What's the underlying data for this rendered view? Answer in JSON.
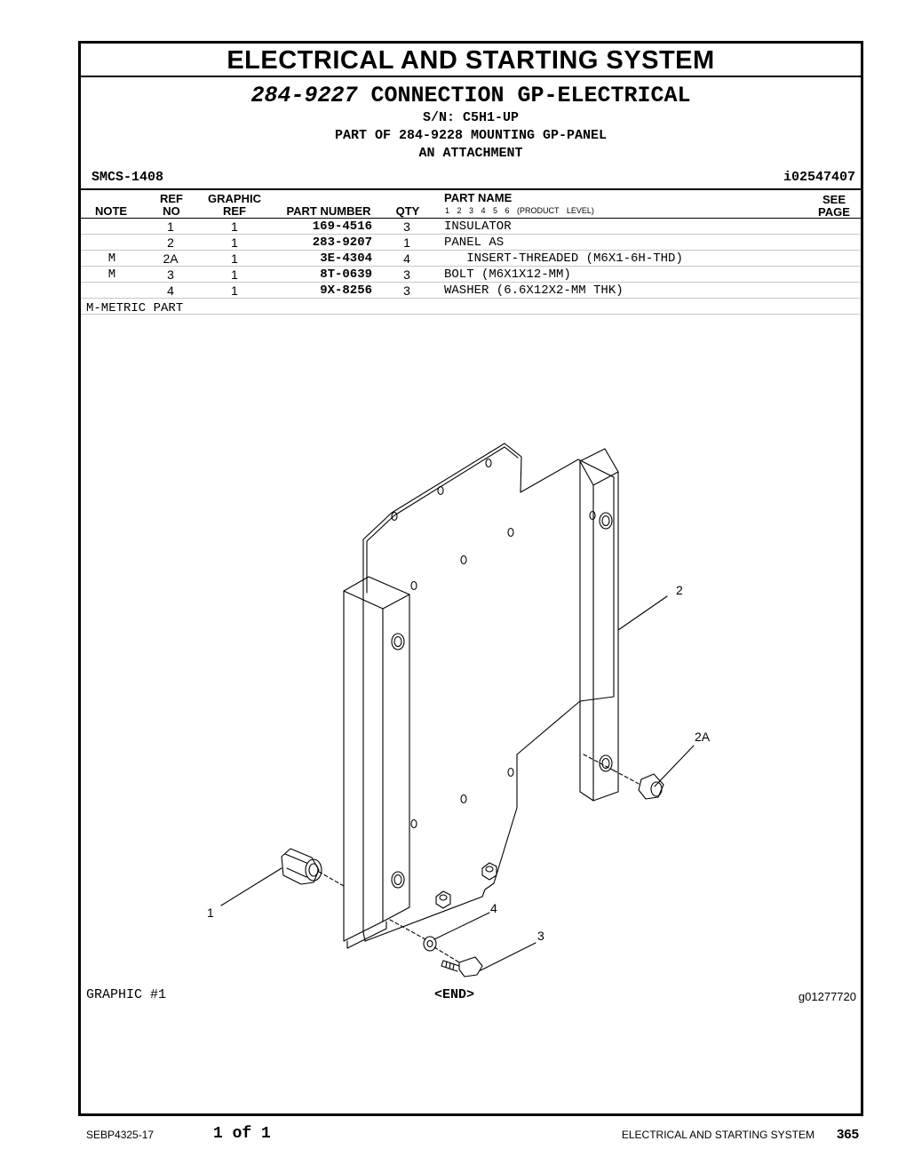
{
  "section_title": "ELECTRICAL AND STARTING SYSTEM",
  "group": {
    "number": "284-9227",
    "name": "CONNECTION GP-ELECTRICAL",
    "serial": "S/N: C5H1-UP",
    "part_of": "PART OF 284-9228 MOUNTING GP-PANEL",
    "attachment": "AN ATTACHMENT"
  },
  "smcs": "SMCS-1408",
  "illustration_id": "i02547407",
  "columns": {
    "note": "NOTE",
    "ref_no": [
      "REF",
      "NO"
    ],
    "graphic_ref": [
      "GRAPHIC",
      "REF"
    ],
    "part_number": "PART NUMBER",
    "qty": "QTY",
    "part_name": "PART NAME",
    "levels": "1  2  3  4  5  6  (PRODUCT LEVEL)",
    "see_page": [
      "SEE",
      "PAGE"
    ]
  },
  "parts": [
    {
      "note": "",
      "ref": "1",
      "graphic": "1",
      "part_number": "169-4516",
      "qty": "3",
      "name": "INSULATOR"
    },
    {
      "note": "",
      "ref": "2",
      "graphic": "1",
      "part_number": "283-9207",
      "qty": "1",
      "name": "PANEL AS"
    },
    {
      "note": "M",
      "ref": "2A",
      "graphic": "1",
      "part_number": "3E-4304",
      "qty": "4",
      "name": "   INSERT-THREADED (M6X1-6H-THD)"
    },
    {
      "note": "M",
      "ref": "3",
      "graphic": "1",
      "part_number": "8T-0639",
      "qty": "3",
      "name": "BOLT (M6X1X12-MM)"
    },
    {
      "note": "",
      "ref": "4",
      "graphic": "1",
      "part_number": "9X-8256",
      "qty": "3",
      "name": "WASHER (6.6X12X2-MM THK)"
    }
  ],
  "footnote": "M-METRIC PART",
  "drawing": {
    "callouts": [
      "1",
      "2",
      "2A",
      "3",
      "4"
    ]
  },
  "graphic_label": "GRAPHIC #1",
  "end_label": "<END>",
  "graphic_id": "g01277720",
  "footer": {
    "doc_number": "SEBP4325-17",
    "page_of": "1 of 1",
    "section": "ELECTRICAL AND STARTING SYSTEM",
    "page_number": "365"
  }
}
